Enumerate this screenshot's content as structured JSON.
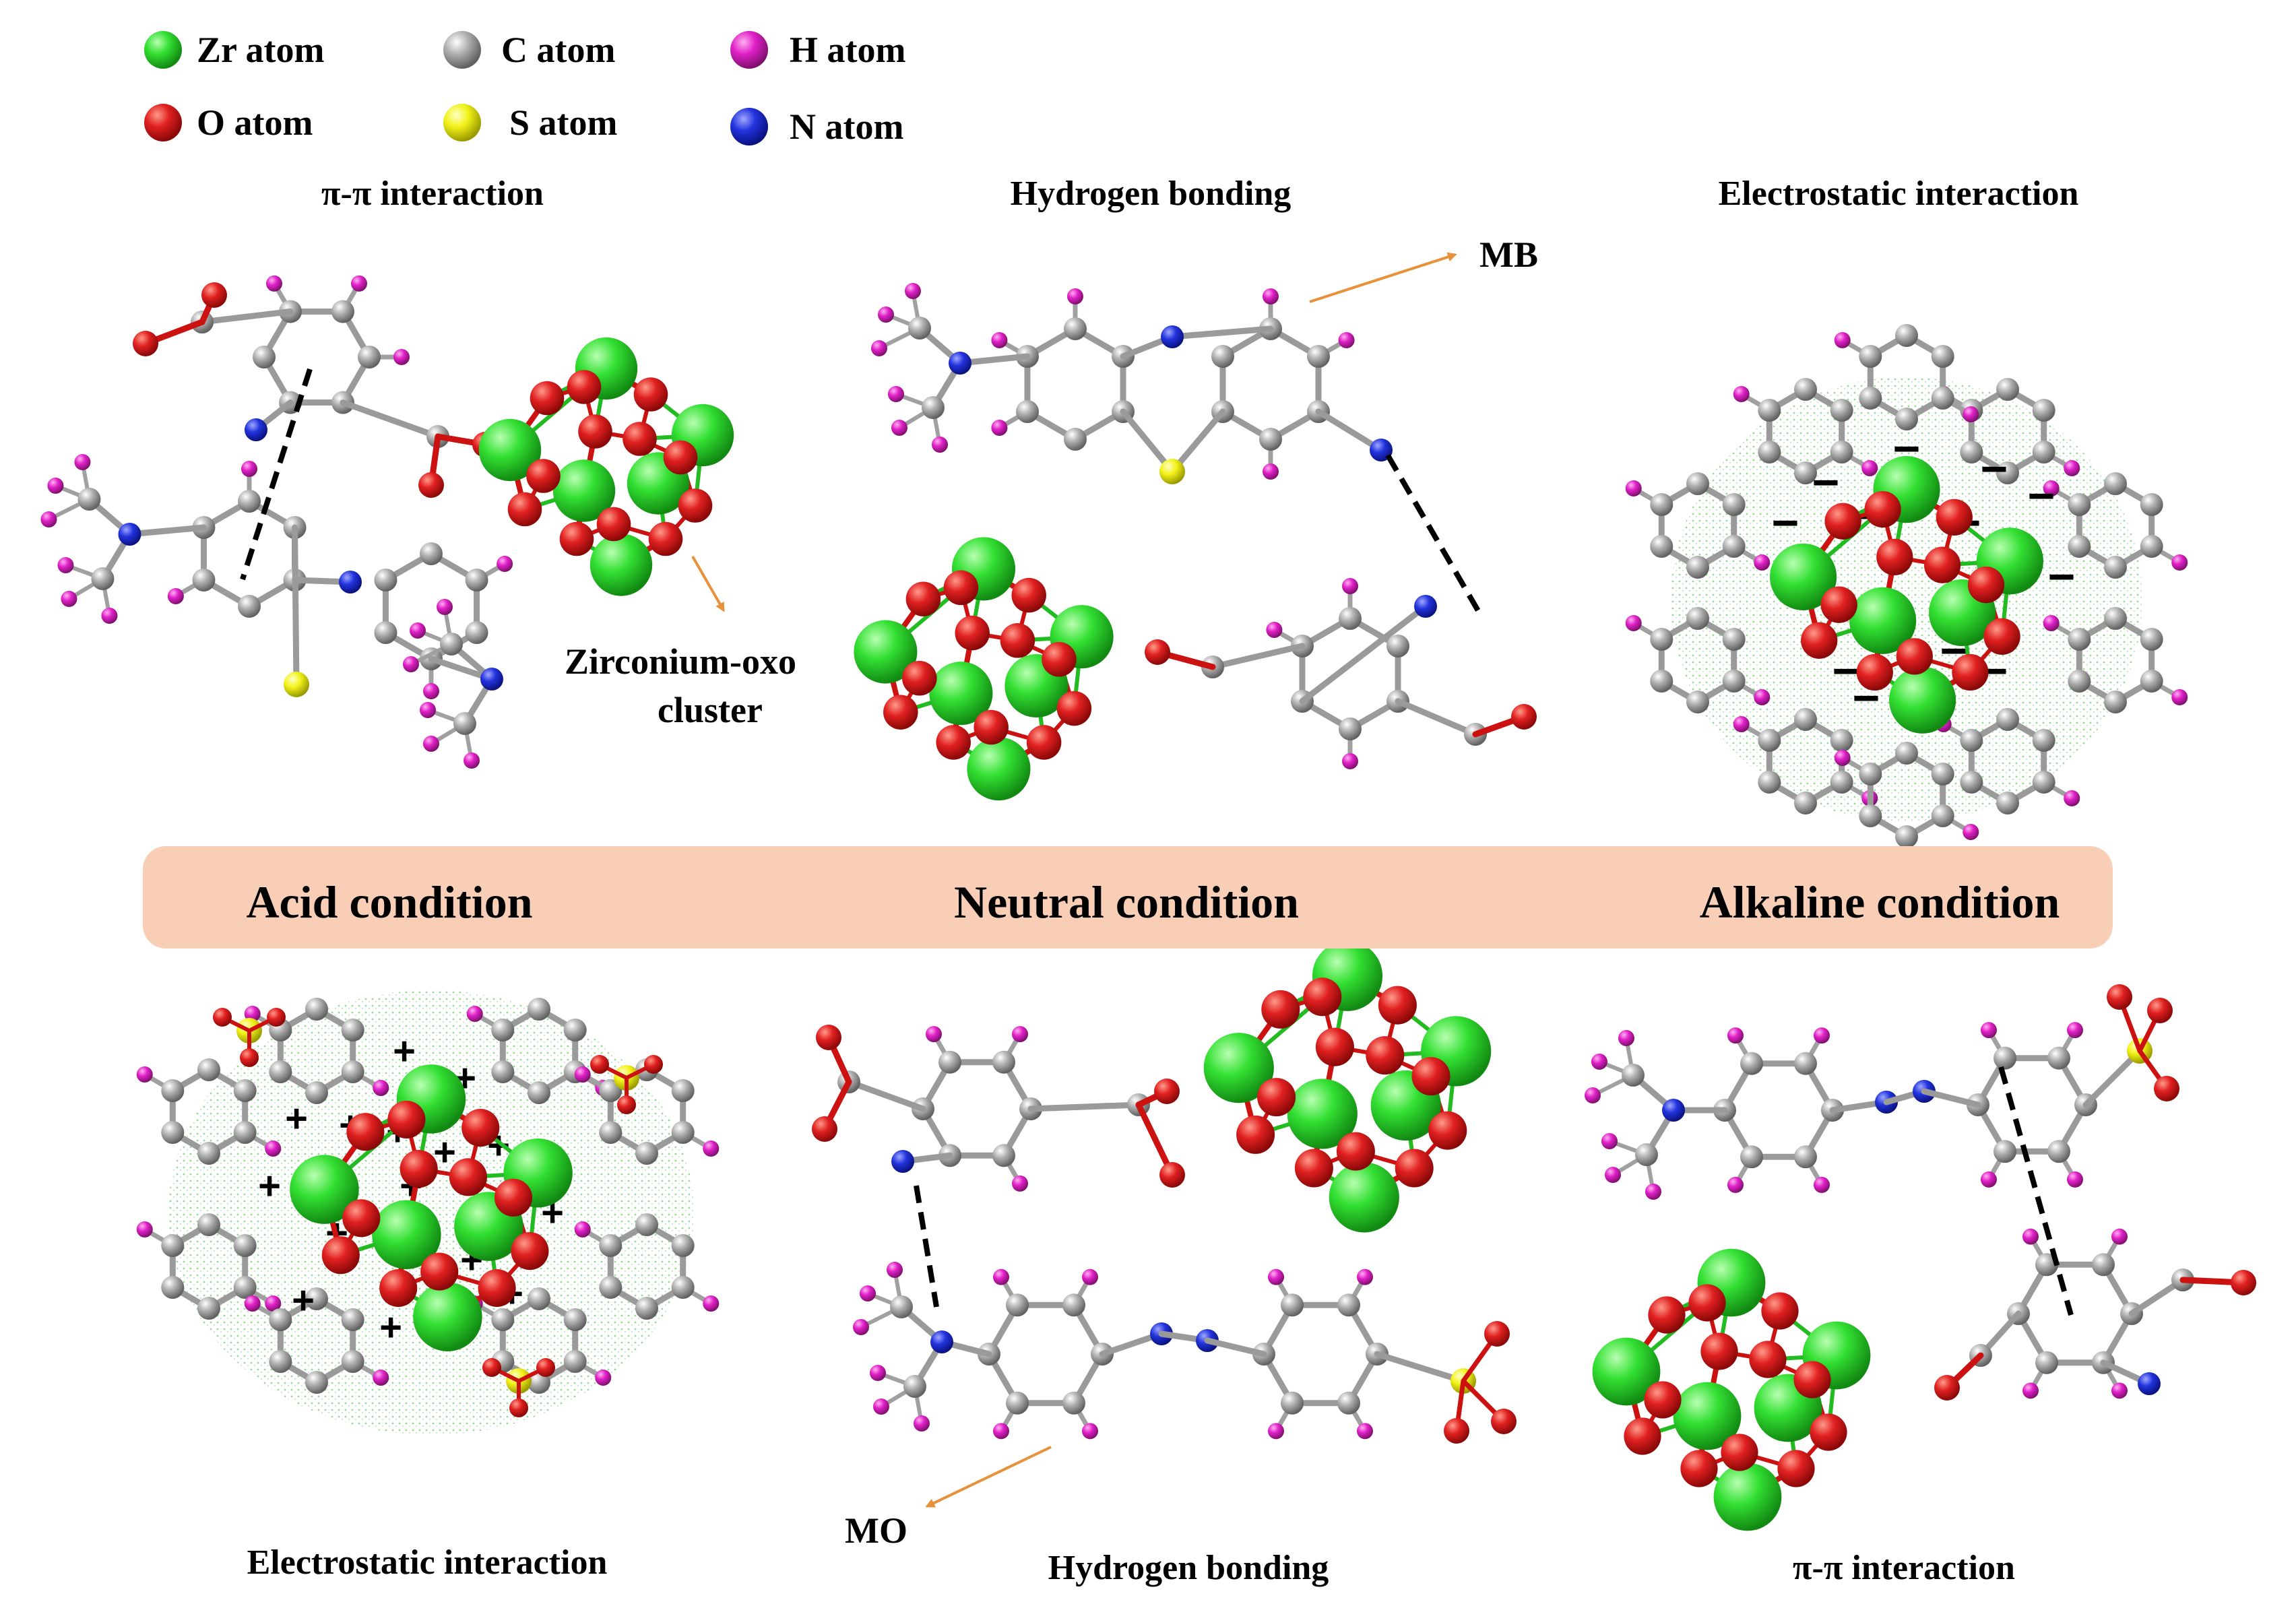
{
  "legend": {
    "items": [
      {
        "id": "zr",
        "label": "Zr atom",
        "color": "#22dd22"
      },
      {
        "id": "c",
        "label": "C atom",
        "color": "#a8a8a8"
      },
      {
        "id": "h",
        "label": "H atom",
        "color": "#e020c8"
      },
      {
        "id": "o",
        "label": "O atom",
        "color": "#e02222"
      },
      {
        "id": "s",
        "label": "S atom",
        "color": "#eeee10"
      },
      {
        "id": "n",
        "label": "N atom",
        "color": "#2233dd"
      }
    ]
  },
  "colors": {
    "band": "#f8cfb6",
    "arrow": "#e8903a",
    "bond_zr": "#22bb22",
    "bond_o": "#cc1111",
    "bond_c": "#9a9a9a",
    "charge_cloud": "#55bb55"
  },
  "conditions": {
    "acid": "Acid condition",
    "neutral": "Neutral condition",
    "alkaline": "Alkaline condition"
  },
  "top_panels": {
    "left_title": "π-π interaction",
    "middle_title": "Hydrogen bonding",
    "right_title": "Electrostatic interaction"
  },
  "bottom_panels": {
    "left_title": "Electrostatic interaction",
    "middle_title": "Hydrogen bonding",
    "right_title": "π-π interaction"
  },
  "annotations": {
    "mb": "MB",
    "mo": "MO",
    "cluster_line1": "Zirconium-oxo",
    "cluster_line2": "cluster"
  },
  "charges": {
    "negative": "−",
    "positive": "+"
  }
}
